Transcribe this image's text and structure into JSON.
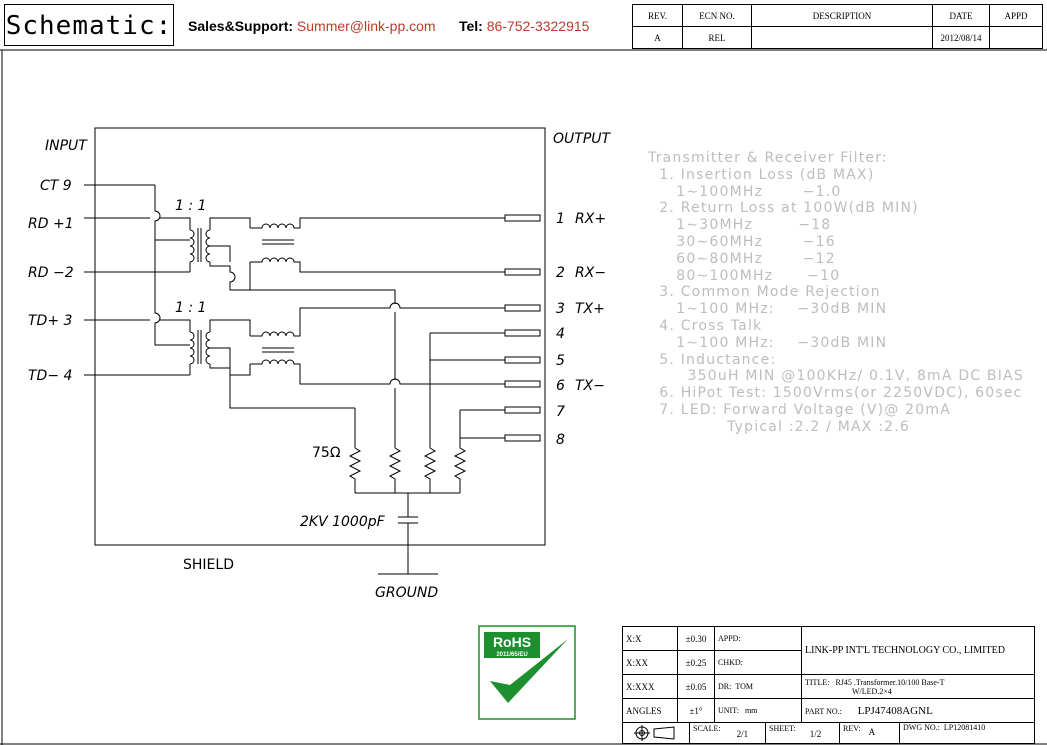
{
  "header": {
    "title": "Schematic:",
    "support_label": "Sales&Support:",
    "support_email": "Summer@link-pp.com",
    "tel_label": "Tel:",
    "tel_number": "86-752-3322915"
  },
  "revision_table": {
    "headers": [
      "REV.",
      "ECN NO.",
      "DESCRIPTION",
      "DATE",
      "APPD"
    ],
    "row": [
      "A",
      "REL",
      "",
      "2012/08/14",
      ""
    ]
  },
  "schematic": {
    "input_label": "INPUT",
    "output_label": "OUTPUT",
    "pins_left": [
      "CT 9",
      "RD +1",
      "RD −2",
      "TD+ 3",
      "TD− 4"
    ],
    "pins_right": [
      {
        "num": "1",
        "name": "RX+"
      },
      {
        "num": "2",
        "name": "RX−"
      },
      {
        "num": "3",
        "name": "TX+"
      },
      {
        "num": "4",
        "name": ""
      },
      {
        "num": "5",
        "name": ""
      },
      {
        "num": "6",
        "name": "TX−"
      },
      {
        "num": "7",
        "name": ""
      },
      {
        "num": "8",
        "name": ""
      }
    ],
    "ratio_top": "1 : 1",
    "ratio_bottom": "1 : 1",
    "resistor_label": "75Ω",
    "capacitor_label": "2KV 1000pF",
    "shield_label": "SHIELD",
    "ground_label": "GROUND"
  },
  "spec": {
    "title": "Transmitter & Receiver Filter:",
    "lines": [
      "  1. Insertion Loss (dB MAX)",
      "     1∼100MHz       −1.0",
      "  2. Return Loss at 100W(dB MIN)",
      "     1∼30MHz        −18",
      "     30∼60MHz       −16",
      "     60∼80MHz       −12",
      "     80∼100MHz      −10",
      "  3. Common Mode Rejection",
      "     1∼100 MHz:    −30dB MIN",
      "  4. Cross Talk",
      "     1∼100 MHz:    −30dB MIN",
      "  5. Inductance:",
      "       350uH MIN @100KHz/ 0.1V, 8mA DC BIAS",
      "  6. HiPot Test: 1500Vrms(or 2250VDC), 60sec",
      "  7. LED: Forward Voltage (V)@ 20mA",
      "              Typical :2.2 / MAX :2.6"
    ]
  },
  "rohs": {
    "text": "RoHS",
    "subtext": "2011/65/EU"
  },
  "title_block": {
    "tolerances": [
      {
        "label": "X:X",
        "value": "±0.30"
      },
      {
        "label": "X:XX",
        "value": "±0.25"
      },
      {
        "label": "X:XXX",
        "value": "±0.05"
      },
      {
        "label": "ANGLES",
        "value": "±1°"
      }
    ],
    "appd_label": "APPD:",
    "chkd_label": "CHKD:",
    "dr_label": "DR:",
    "dr_value": "TOM",
    "unit_label": "UNIT:",
    "unit_value": "mm",
    "company": "LINK-PP INT'L TECHNOLOGY CO., LIMITED",
    "title_label": "TITLE:",
    "title_value_1": "RJ45 .Transformer.10/100 Base-T",
    "title_value_2": "W/LED.2×4",
    "part_label": "PART NO.:",
    "part_value": "LPJ47408AGNL",
    "scale_label": "SCALE:",
    "scale_value": "2/1",
    "sheet_label": "SHEET:",
    "sheet_value": "1/2",
    "rev_label": "REV:",
    "rev_value": "A",
    "dwg_label": "DWG NO.:",
    "dwg_value": "LP12081410"
  }
}
